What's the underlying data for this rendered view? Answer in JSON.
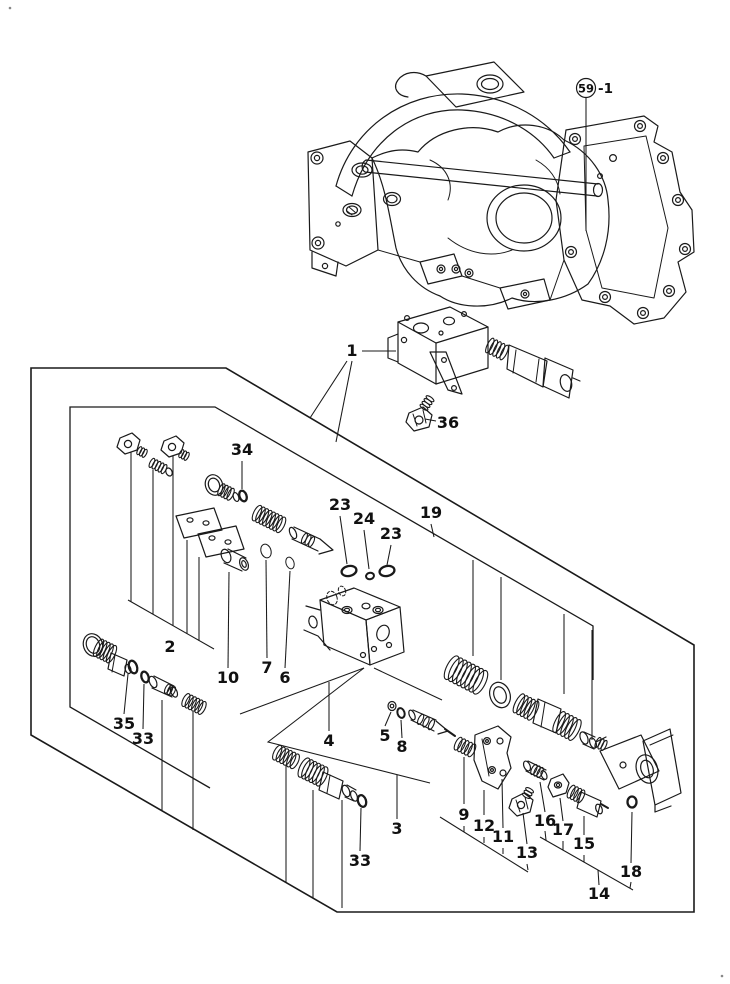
{
  "document": {
    "type": "exploded-parts-diagram",
    "background_color": "#ffffff",
    "line_color": "#1a1a1a",
    "text_color": "#111111"
  },
  "ref_callout": {
    "number": "59",
    "suffix": "-1"
  },
  "callouts": [
    {
      "text": "1"
    },
    {
      "text": "36"
    },
    {
      "text": "34"
    },
    {
      "text": "23"
    },
    {
      "text": "24"
    },
    {
      "text": "23"
    },
    {
      "text": "19"
    },
    {
      "text": "2"
    },
    {
      "text": "10"
    },
    {
      "text": "7"
    },
    {
      "text": "6"
    },
    {
      "text": "35"
    },
    {
      "text": "33"
    },
    {
      "text": "4"
    },
    {
      "text": "5"
    },
    {
      "text": "8"
    },
    {
      "text": "3"
    },
    {
      "text": "33"
    },
    {
      "text": "9"
    },
    {
      "text": "12"
    },
    {
      "text": "11"
    },
    {
      "text": "13"
    },
    {
      "text": "16"
    },
    {
      "text": "17"
    },
    {
      "text": "15"
    },
    {
      "text": "18"
    },
    {
      "text": "14"
    }
  ]
}
